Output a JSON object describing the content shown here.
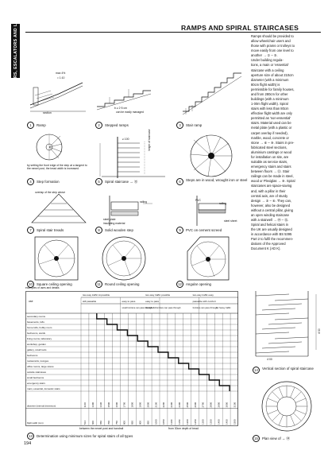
{
  "side_tab": "STAIRS, ESCALATORS AND LIFTS",
  "title": "RAMPS AND SPIRAL STAIRCASES",
  "page_number": "194",
  "body_lines": [
    "Ramps should be provided to",
    "allow wheelchair users and",
    "those with prams or trolleys to",
    "move easily from one level to",
    "another → ① – ③.",
    "Under building regula-",
    "tions, a main or 'essential'",
    "staircase with a ceiling",
    "aperture size of about 210cm",
    "diameter (with a minimum",
    "80cm flight width) is",
    "permissible for family houses,",
    "and from 280cm for other",
    "buildings (with a minimum",
    "1·00m flight width). Spiral",
    "stairs with less than 80cm",
    "effective flight width are only",
    "permitted as 'non-essential'",
    "stairs. Material used can be",
    "metal plate (with a plastic or",
    "carpet overlay if needed),",
    "marble, wood, concrete or",
    "stone → ⑥ – ⑨. Stairs in pre-",
    "fabricated steel sections,",
    "aluminium castings or wood",
    "for installation on site, are",
    "suitable as service stairs,",
    "emergency stairs and stairs",
    "between floors → ⑬. Stair",
    "railings can be made in steel,",
    "wood or Plexiglas → ⑨. Spiral",
    "staircases are space-saving",
    "and, with a pillar in their",
    "central axis, are of sturdy",
    "design → ③ – ⑥. They can,",
    "however, also be designed",
    "without a central pillar, giving",
    "an open winding staircase",
    "with a stairwell → ⑭ – ⑮.",
    "Spiral and helical stairs in",
    "the UK are usually designed",
    "in accordance with BS 5395",
    "Part 2 to fulfil the recommen-",
    "dations of the Approved",
    "Document K (AD K)."
  ],
  "figures": [
    {
      "num": "1",
      "caption": "Ramp"
    },
    {
      "num": "2",
      "caption": "Stepped ramps"
    },
    {
      "num": "3",
      "caption": "Stair ramp"
    },
    {
      "num": "4",
      "caption": "Step formation"
    },
    {
      "num": "5",
      "caption": "Spiral staircase → ⑬"
    },
    {
      "num": "6",
      "caption": "Steps are in wood, wrought iron or steel"
    },
    {
      "num": "7",
      "caption": "Spiral stair treads"
    },
    {
      "num": "8",
      "caption": "Solid wooden step"
    },
    {
      "num": "9",
      "caption": "PVC on cement screed"
    },
    {
      "num": "10",
      "caption": "Square ceiling opening"
    },
    {
      "num": "11",
      "caption": "Round ceiling opening"
    },
    {
      "num": "12",
      "caption": "Angular opening"
    },
    {
      "num": "13",
      "caption": "Determination using minimum sizes for spiral stairs of all types"
    },
    {
      "num": "14",
      "caption": "Vertical section of spiral staircase"
    },
    {
      "num": "15",
      "caption": "Plan view of → ⑭"
    }
  ],
  "labels": {
    "max4": "max 4%",
    "ratio": "≈ 1:10",
    "section": "section",
    "b25": "b ≥ 2·5 cm",
    "easily": "can be easily managed",
    "guide": "by setting the front edge of the step at a tangent to the newel post, the tread width is increased",
    "overlap": "overlap of the step above",
    "height_stair": "height of staircase",
    "h100": "≥ 100",
    "railing": "railing",
    "steel_plate": "steel plate",
    "insulating": "insulating material",
    "pvc": "PVC",
    "steel_sheet": "steel sheet",
    "dim400": "4·00",
    "dim430": "4·30"
  },
  "table": {
    "title": "examples of uses and details",
    "headers_top": [
      "two-way traffic impossible",
      "two-way traffic possible",
      "two-way traffic easy"
    ],
    "headers_sub": [
      "still passable",
      "easy to pass",
      "easy to pass",
      "passable with comfort"
    ],
    "headers_sub2": [
      "small furniture can pass through",
      "dumbbells/furniture can pass through",
      "furniture can pass through",
      "for heavy traffic"
    ],
    "use_label": "use",
    "rows": [
      "secondary rooms",
      "basements, lofts",
      "home lofts, hobby room",
      "bedrooms, wards",
      "living rooms, laboratory",
      "workshop, garden",
      "gallery, small tools",
      "bedrooms",
      "restaurants, lounges",
      "office rooms, large stores",
      "outside staircases",
      "small bedrooms",
      "emergency stairs",
      "main, essential, domestic stairs",
      "diameter (internal dimension)",
      "flight width (mm)"
    ],
    "diameters": [
      "1140",
      "1300",
      "1430",
      "1500",
      "1600",
      "1700",
      "1800",
      "1900",
      "2000",
      "2100",
      "2200",
      "2300",
      "2400",
      "2500",
      "2600",
      "2700",
      "2800",
      "2900",
      "3000",
      "3100"
    ],
    "widths": [
      "514",
      "600",
      "650",
      "700",
      "750",
      "800",
      "850",
      "900",
      "950",
      "1000",
      "1050",
      "1100",
      "1150",
      "1200",
      "1250",
      "1300",
      "1350",
      "1400",
      "1450",
      "1500"
    ],
    "foot_left": "between the newel post and handrail",
    "foot_right": "from 30cm depth of tread"
  }
}
